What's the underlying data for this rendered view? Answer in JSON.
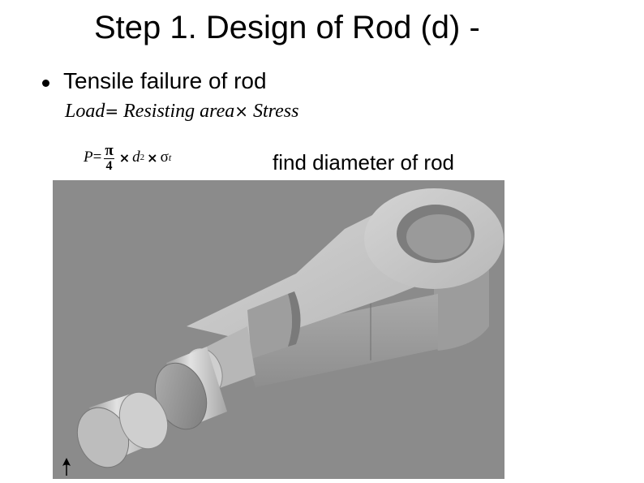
{
  "slide": {
    "title": "Step 1. Design of Rod (d) -",
    "bullet": "Tensile failure of rod",
    "formula_words": {
      "load": "Load",
      "eq": "=",
      "area": "Resisting area",
      "times": "×",
      "stress": "Stress"
    },
    "formula_symbols": {
      "p": "P",
      "eq": "=",
      "pi": "π",
      "four": "4",
      "times1": "×",
      "d": "d",
      "exp": "2",
      "times2": "×",
      "sigma": "σ",
      "sub": "t"
    },
    "find_text": "find diameter of rod"
  },
  "figure": {
    "subject": "rod end with eye and separate cylindrical pin",
    "background_color": "#8b8b8b"
  }
}
